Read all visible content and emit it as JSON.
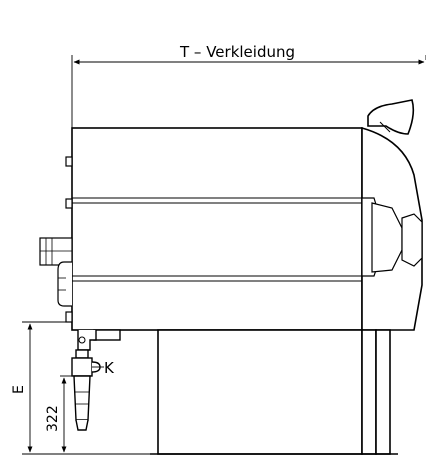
{
  "labels": {
    "width_dimension": "T – Verkleidung",
    "height_dimension": "E",
    "height_value": "322",
    "part_marker": "K"
  },
  "colors": {
    "line": "#000000",
    "background": "#ffffff"
  }
}
